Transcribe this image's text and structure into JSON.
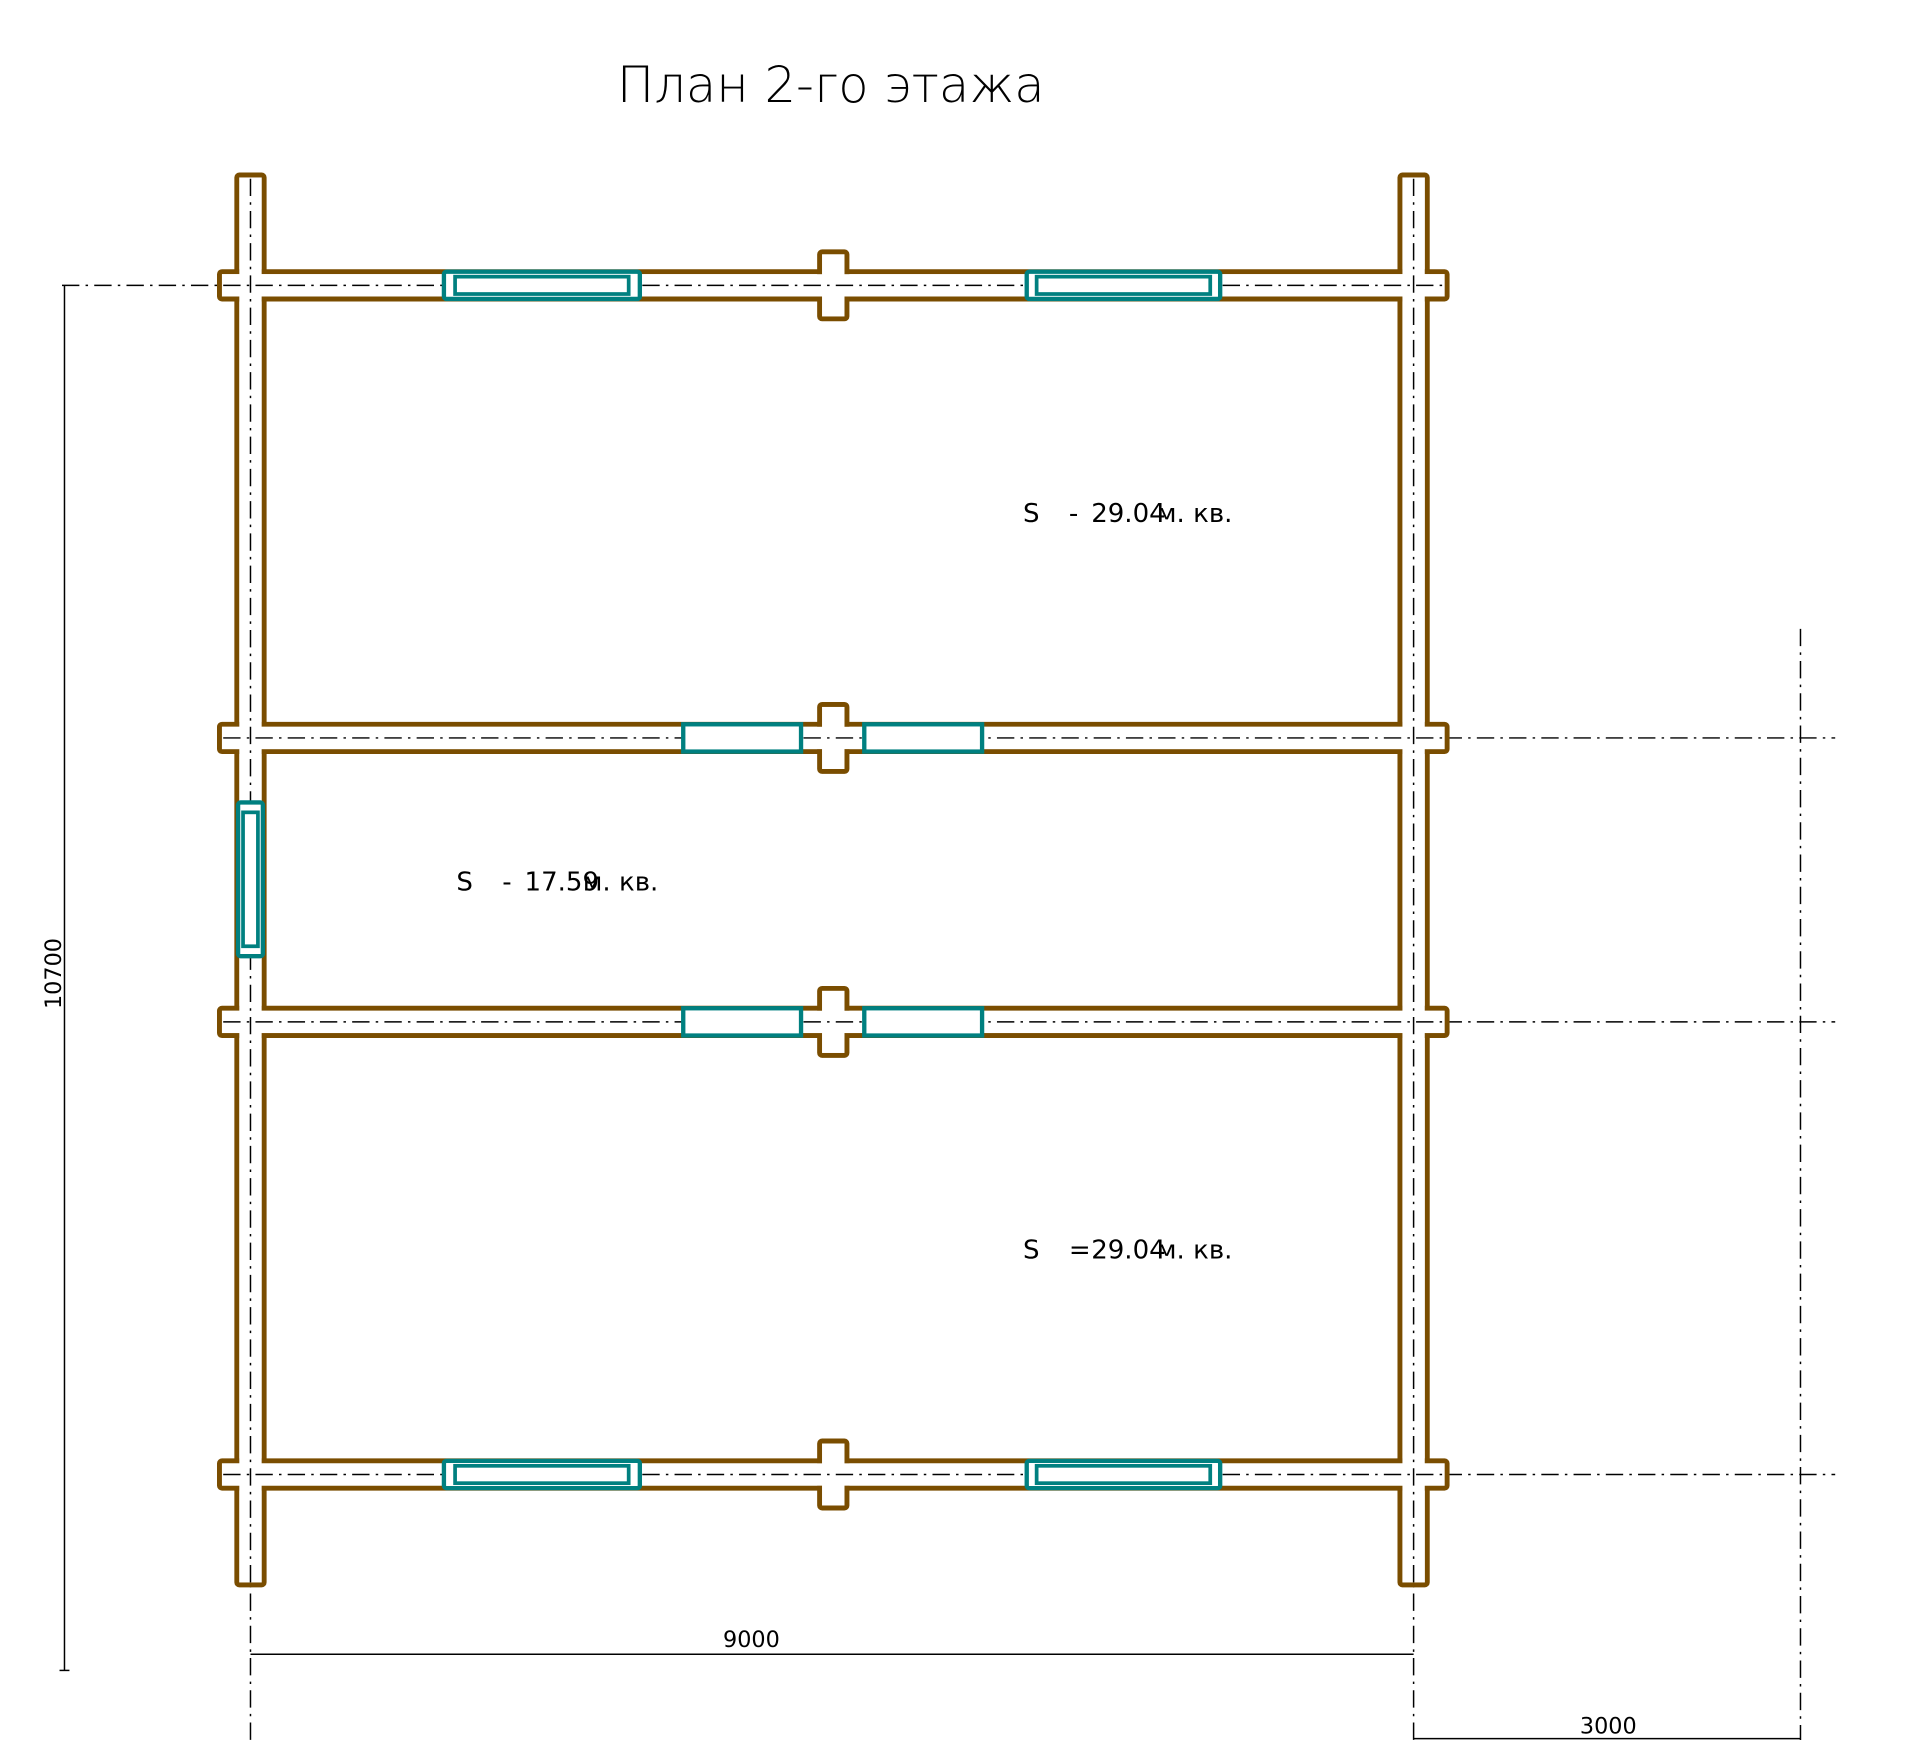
{
  "title": "План 2-го этажа",
  "colors": {
    "wall": "#7a4d00",
    "window": "#008080",
    "axis": "#000000"
  },
  "rooms": [
    {
      "s_label": "S",
      "sign": "-",
      "area": "29.04",
      "unit": "м. кв."
    },
    {
      "s_label": "S",
      "sign": "-",
      "area": "17.59",
      "unit": "м. кв."
    },
    {
      "s_label": "S",
      "sign": "=",
      "area": "29.04",
      "unit": "м. кв."
    }
  ],
  "dimensions": {
    "height": "10700",
    "width": "9000",
    "extension": "3000"
  }
}
